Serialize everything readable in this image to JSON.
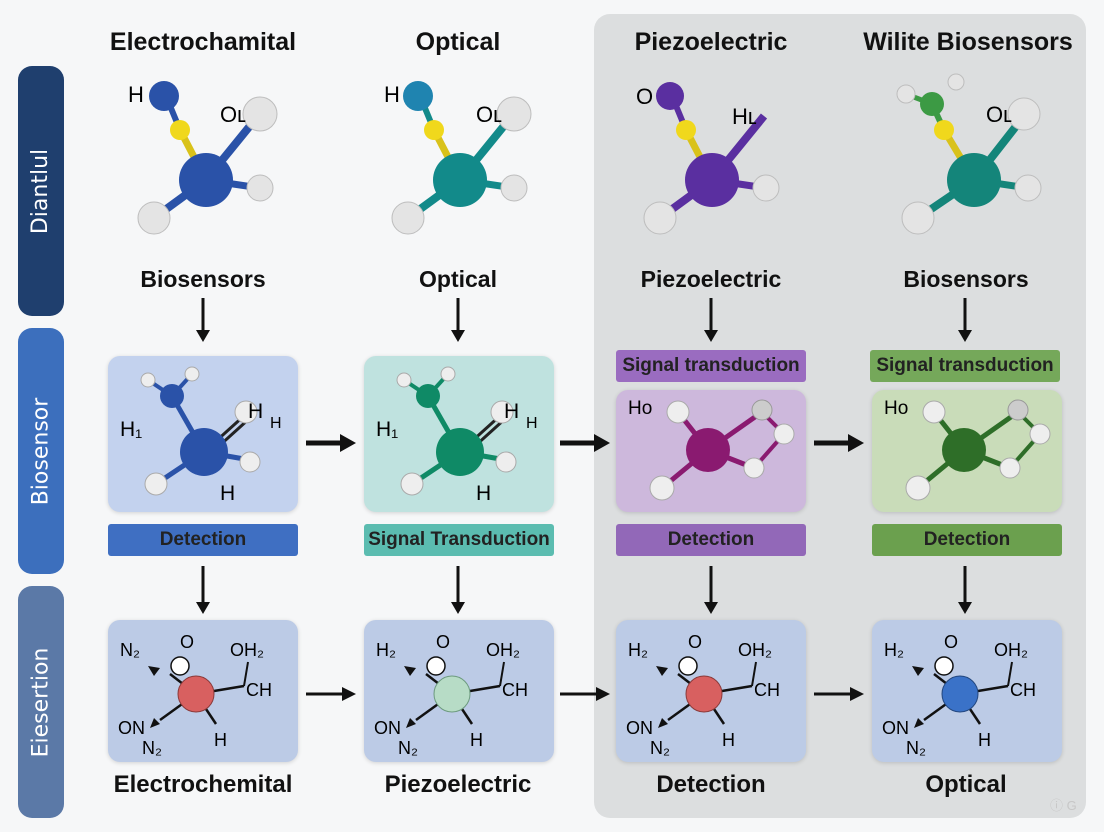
{
  "row_tabs": [
    "Diantlul",
    "Biosensor",
    "Eiesertion"
  ],
  "columns": [
    {
      "title": "Electrochamital",
      "top_atoms": [
        "H",
        "Oʟ"
      ],
      "stage_label": "Biosensors",
      "mid_label_atoms": [
        "H₁",
        "H",
        "H",
        "H"
      ],
      "badge": "Detection",
      "bottom_labels": [
        "N₂",
        "O",
        "OH₂",
        "CH",
        "ON",
        "N₂",
        "H"
      ],
      "footer": "Electrochemital"
    },
    {
      "title": "Optical",
      "top_atoms": [
        "H",
        "Oʟ"
      ],
      "stage_label": "Optical",
      "mid_label_atoms": [
        "H₁",
        "H",
        "H",
        "H"
      ],
      "badge": "Signal Transduction",
      "bottom_labels": [
        "H₂",
        "O",
        "OH₂",
        "CH",
        "ON",
        "N₂",
        "H"
      ],
      "footer": "Piezoelectric"
    },
    {
      "title": "Piezoelectric",
      "top_atoms": [
        "O",
        "Hʟ"
      ],
      "stage_label": "Piezoelectric",
      "pre_badge": "Signal transduction",
      "mid_label_atoms": [
        "Ho"
      ],
      "badge": "Detection",
      "bottom_labels": [
        "H₂",
        "O",
        "OH₂",
        "CH",
        "ON",
        "N₂",
        "H"
      ],
      "footer": "Detection"
    },
    {
      "title": "Wilite Biosensors",
      "top_atoms": [
        "Oʟ"
      ],
      "stage_label": "Biosensors",
      "pre_badge": "Signal transduction",
      "mid_label_atoms": [
        "Ho"
      ],
      "badge": "Detection",
      "bottom_labels": [
        "H₂",
        "O",
        "OH₂",
        "CH",
        "ON",
        "N₂",
        "H"
      ],
      "footer": "Optical"
    }
  ],
  "colors": {
    "col1_center": "#2a52a8",
    "col2_center": "#128a8a",
    "col3_center": "#5a2fa0",
    "col4_center": "#14857a",
    "mid1_center": "#2a52a8",
    "mid2_center": "#0f8a66",
    "mid3_center": "#8a1a70",
    "mid4_center": "#2e6e28",
    "bot1_center": "#d86060",
    "bot2_center": "#b7dcc6",
    "bot3_center": "#d86060",
    "bot4_center": "#3a72c8",
    "badge1": "#3f6fc2",
    "badge2": "#5bbcb0",
    "badge3": "#9268b8",
    "badge4": "#6ba04e",
    "pre_badge3": "#9a6cc0",
    "pre_badge4": "#75a85a",
    "box1": "#c3d2ee",
    "box2": "#bfe2df",
    "box3": "#cdb8dc",
    "box4": "#c9dcb9",
    "boxb": "#bccbe6"
  },
  "watermark": "ⓘ G"
}
